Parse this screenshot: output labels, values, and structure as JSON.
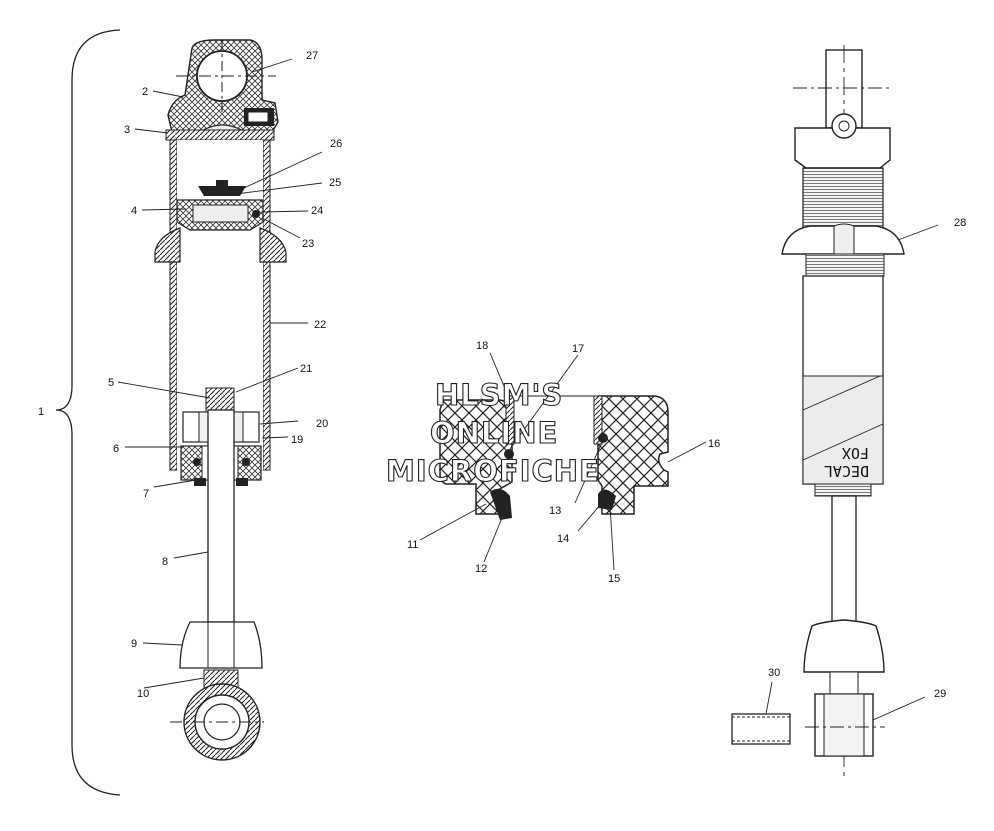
{
  "diagram": {
    "callouts": {
      "c1": "1",
      "c2": "2",
      "c3": "3",
      "c4": "4",
      "c5": "5",
      "c6": "6",
      "c7": "7",
      "c8": "8",
      "c9": "9",
      "c10": "10",
      "c11": "11",
      "c12": "12",
      "c13": "13",
      "c14": "14",
      "c15": "15",
      "c16": "16",
      "c17": "17",
      "c18": "18",
      "c19": "19",
      "c20": "20",
      "c21": "21",
      "c22": "22",
      "c23": "23",
      "c24": "24",
      "c25": "25",
      "c26": "26",
      "c27": "27",
      "c28": "28",
      "c29": "29",
      "c30": "30"
    },
    "watermark": {
      "line1": "HLSM'S",
      "line2": "ONLINE",
      "line3": "MICROFICHE"
    },
    "decal": {
      "line1": "DECAL",
      "line2": "FOX"
    },
    "colors": {
      "line": "#222222",
      "fill_light": "#f2f2f2",
      "shade": "#d9d9d9",
      "paper": "#ffffff"
    }
  }
}
